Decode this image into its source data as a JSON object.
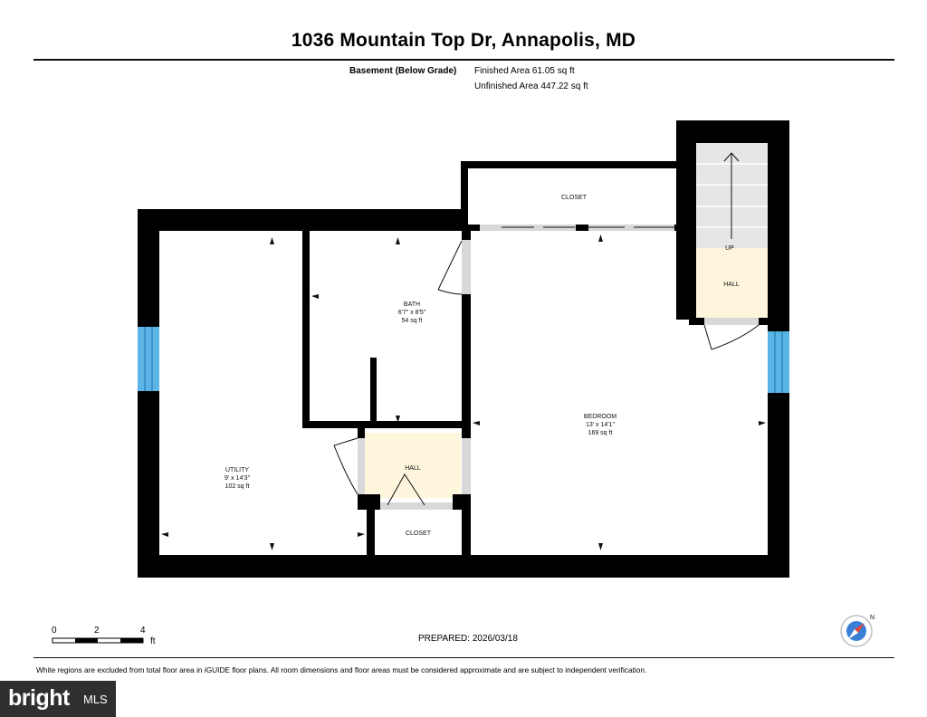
{
  "header": {
    "address": "1036 Mountain Top Dr, Annapolis, MD",
    "floor_label": "Basement (Below Grade)",
    "finished_area": "Finished Area 61.05 sq ft",
    "unfinished_area": "Unfinished Area 447.22 sq ft"
  },
  "rooms": {
    "closet_top": {
      "name": "CLOSET"
    },
    "bath": {
      "name": "BATH",
      "dims": "6'7\" x 8'5\"",
      "area": "54 sq ft"
    },
    "hall_right": {
      "name": "HALL"
    },
    "stairs": {
      "label": "UP"
    },
    "bedroom": {
      "name": "BEDROOM",
      "dims": "13' x 14'1\"",
      "area": "169 sq ft"
    },
    "utility": {
      "name": "UTILITY",
      "dims": "9' x 14'3\"",
      "area": "102 sq ft"
    },
    "hall_center": {
      "name": "HALL"
    },
    "closet_bottom": {
      "name": "CLOSET"
    }
  },
  "scale": {
    "ticks": [
      "0",
      "2",
      "4"
    ],
    "unit": "ft"
  },
  "prepared": "PREPARED: 2026/03/18",
  "compass": {
    "label": "N"
  },
  "disclaimer": "White regions are excluded from total floor area in iGUIDE floor plans. All room dimensions and floor areas must be considered approximate and are subject to independent verification.",
  "brand": {
    "name": "bright",
    "suffix": "MLS"
  },
  "colors": {
    "finished": "#fdf6dc",
    "window": "#5ab4e6",
    "wall": "#000000",
    "stairs": "#e6e6e6"
  }
}
